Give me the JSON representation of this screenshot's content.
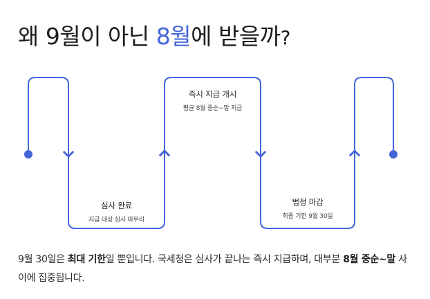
{
  "title": {
    "prefix": "왜 9월이 아닌 ",
    "accent": "8월",
    "suffix": "에 받을까",
    "q": "?"
  },
  "colors": {
    "line": "#4465d9",
    "text": "#1d1d1f"
  },
  "steps": [
    {
      "title": "심사 완료",
      "sub": "지급 대상 심사 마무리"
    },
    {
      "title": "즉시 지급 개시",
      "sub": "평균 8월 중순~말 지급"
    },
    {
      "title": "법정 마감",
      "sub": "최종 기한 9월 30일"
    }
  ],
  "note": {
    "p1": "9월 30일은 ",
    "b1": "최대 기한",
    "p2": "일 뿐입니다. 국세청은 심사가 끝나는 즉시 지급하며, 대부분 ",
    "b2": "8월 중순~말",
    "p3": " 사이에 집중됩니다."
  }
}
